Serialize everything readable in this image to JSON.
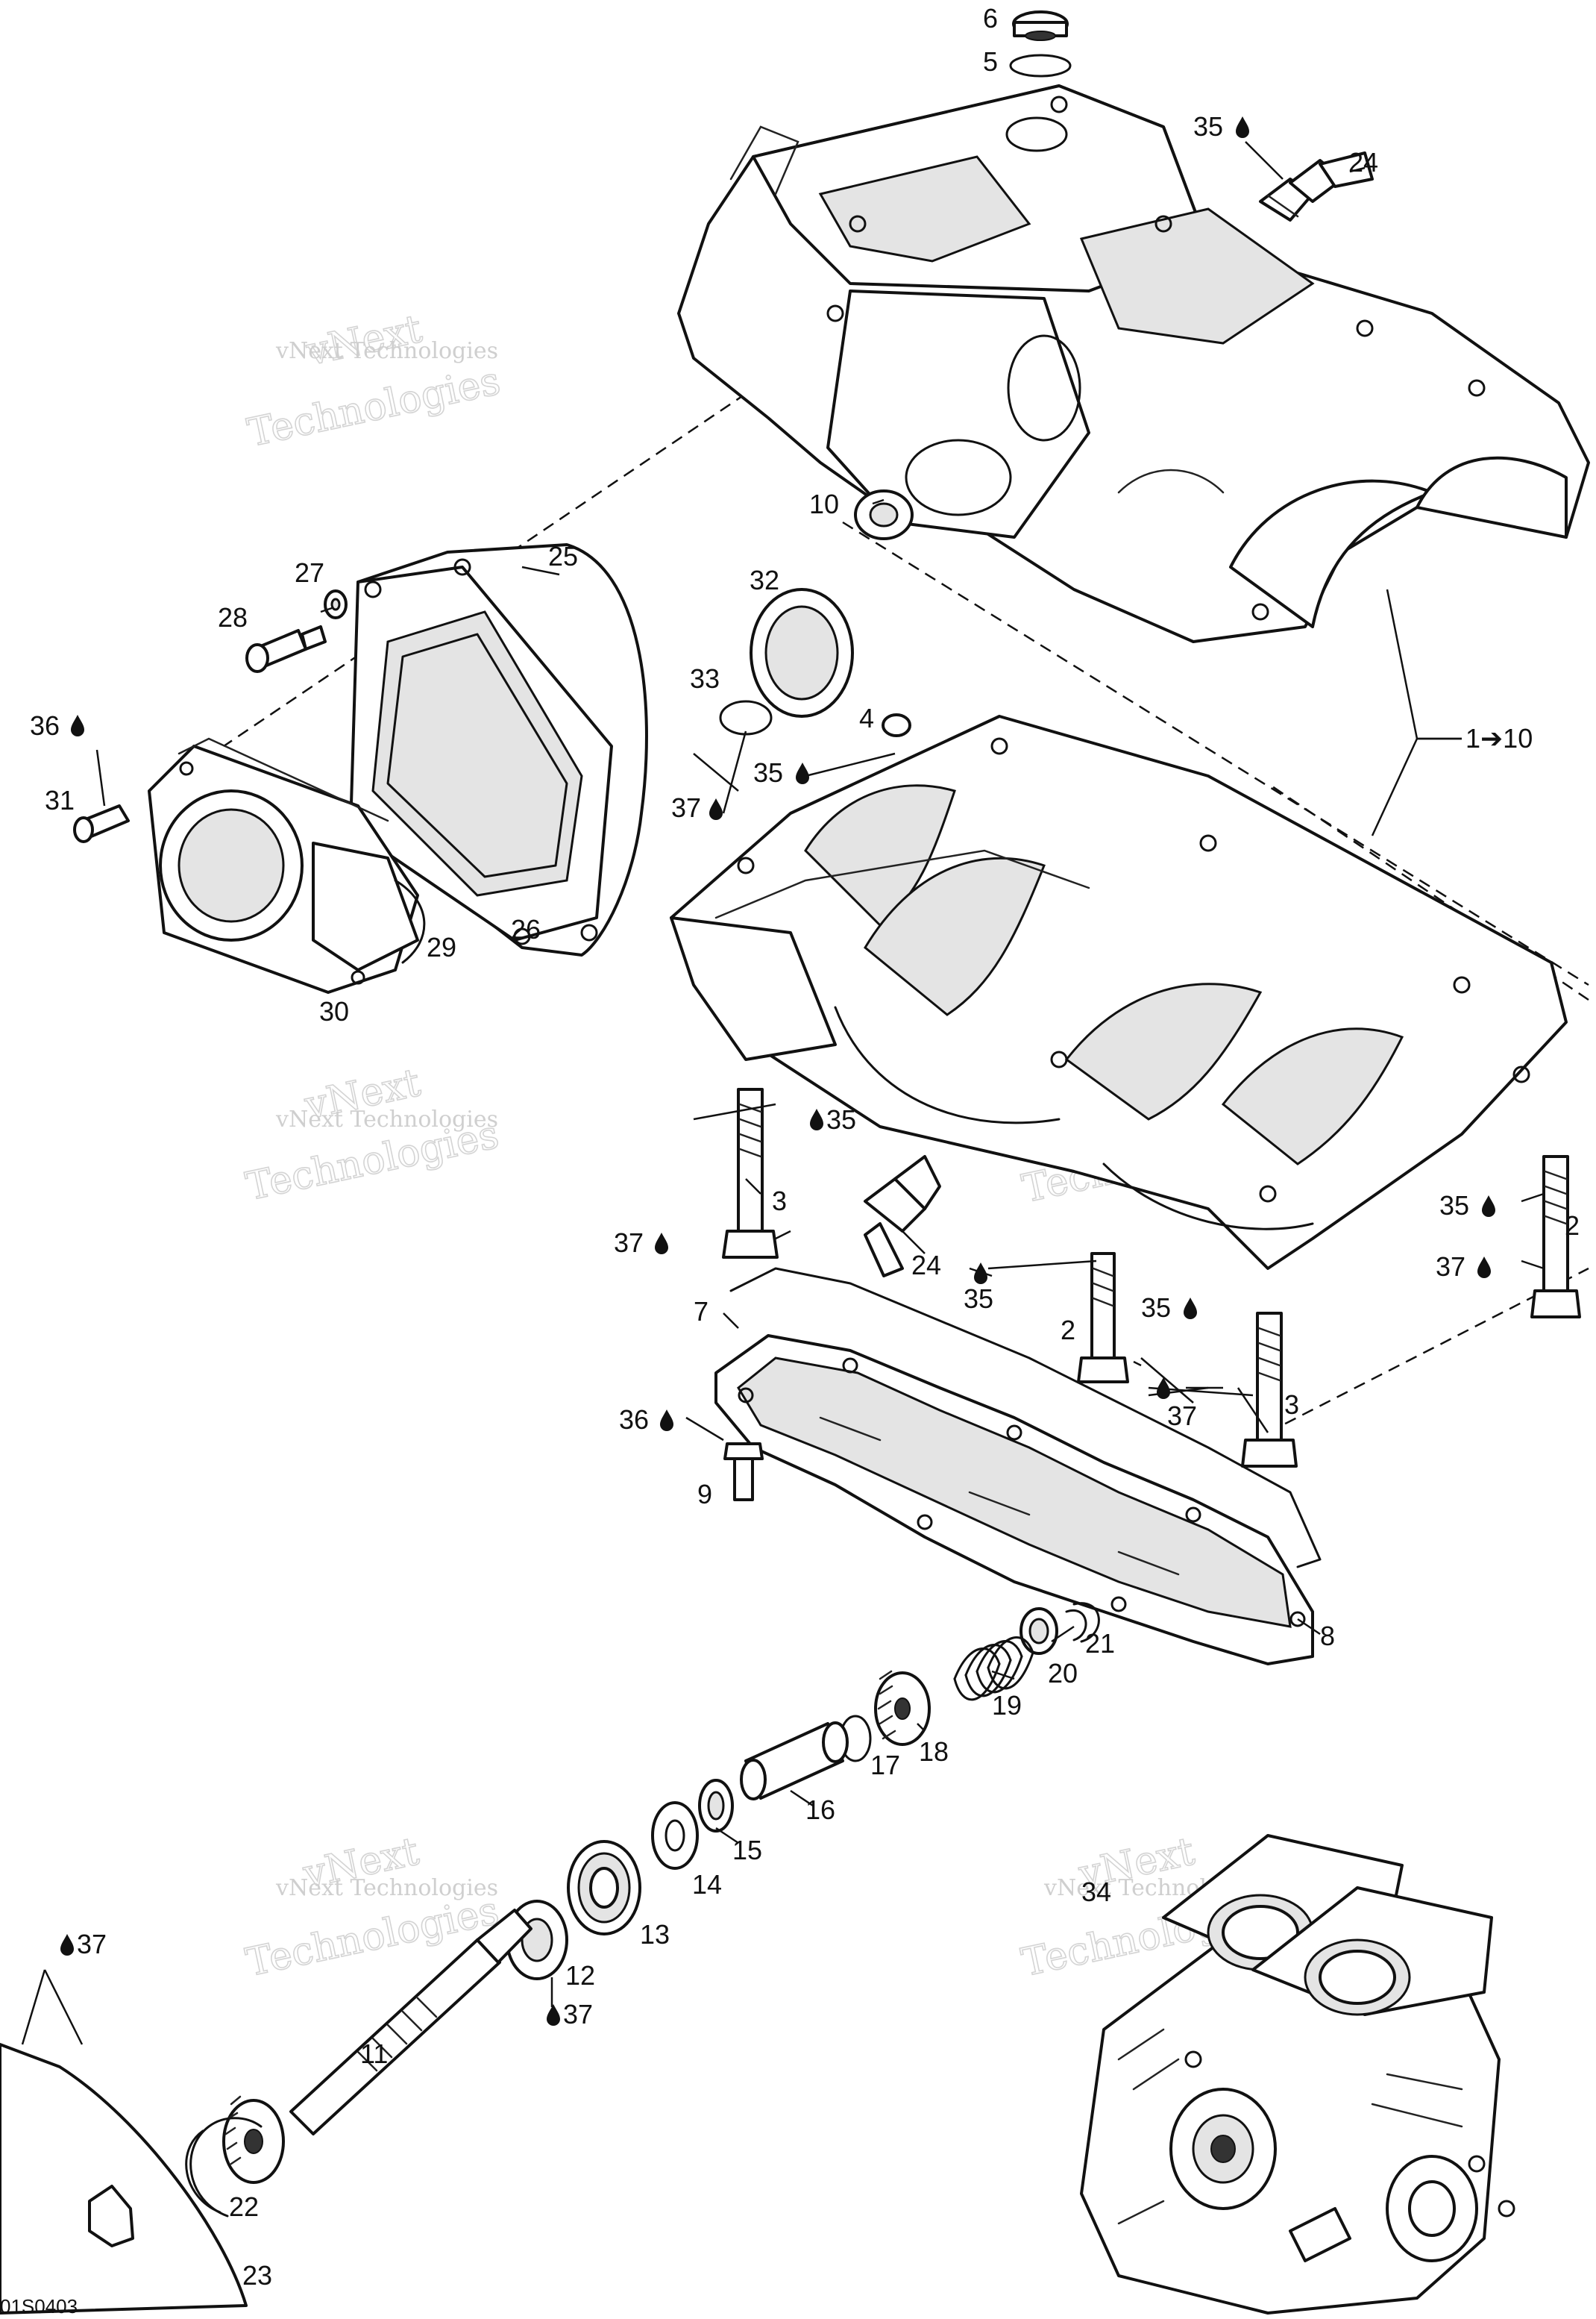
{
  "diagram_code": "01S0403",
  "watermark": {
    "line1": "vNext Technologies",
    "big_left": "vNext",
    "big_right": "Technologies"
  },
  "callouts": {
    "p1_10": "1➔10",
    "p2": "2",
    "p3": "3",
    "p4": "4",
    "p5": "5",
    "p6": "6",
    "p7": "7",
    "p8": "8",
    "p9": "9",
    "p10": "10",
    "p11": "11",
    "p12": "12",
    "p13": "13",
    "p14": "14",
    "p15": "15",
    "p16": "16",
    "p17": "17",
    "p18": "18",
    "p19": "19",
    "p20": "20",
    "p21": "21",
    "p22": "22",
    "p23": "23",
    "p24": "24",
    "p25": "25",
    "p26": "26",
    "p27": "27",
    "p28": "28",
    "p29": "29",
    "p30": "30",
    "p31": "31",
    "p32": "32",
    "p33": "33",
    "p34": "34",
    "p35": "35",
    "p36": "36",
    "p37": "37"
  },
  "icons": {
    "fluid": "drop-icon"
  }
}
